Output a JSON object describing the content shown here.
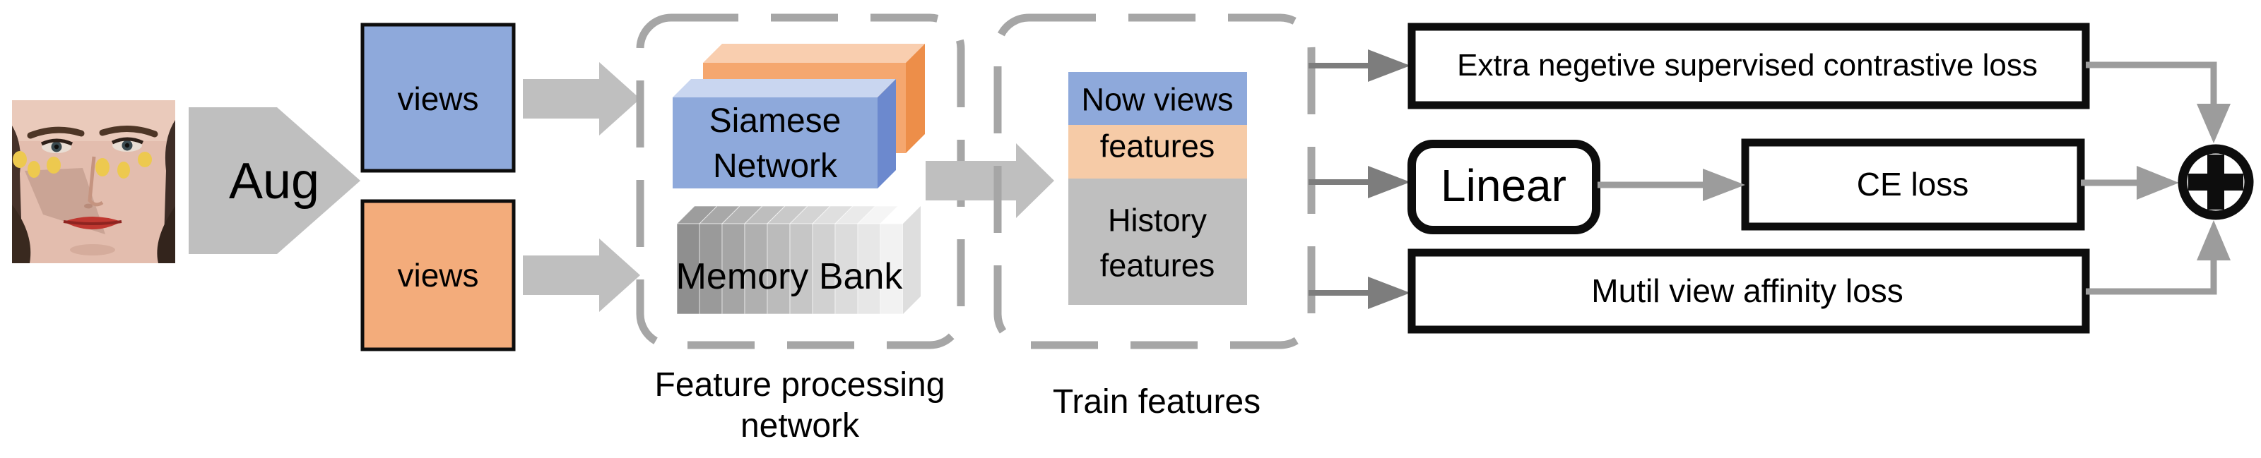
{
  "aug": {
    "label": "Aug"
  },
  "views": {
    "top_label": "views",
    "bottom_label": "views"
  },
  "siamese": {
    "line1": "Siamese",
    "line2": "Network"
  },
  "memory_bank": {
    "label": "Memory Bank",
    "slab_count": 10
  },
  "feature_processing_caption": {
    "line1": "Feature processing",
    "line2": "network"
  },
  "train_features": {
    "now_views": "Now views",
    "now_features": "features",
    "history_line1": "History",
    "history_line2": "features",
    "caption": "Train features"
  },
  "losses": {
    "contrastive": "Extra negetive supervised contrastive loss",
    "linear": "Linear",
    "ce": "CE loss",
    "affinity": "Mutil view affinity loss"
  },
  "sum": {
    "symbol": "+"
  },
  "colors": {
    "view_blue": "#8EA9DB",
    "view_orange": "#F3AC7B",
    "band_blue": "#8EA9DB",
    "band_orange": "#F6CBA7",
    "band_gray": "#BFBFBF",
    "cuboid_blue_front": "#8EA9DB",
    "cuboid_blue_top": "#C9D6F0",
    "cuboid_blue_side": "#6C89CE",
    "cuboid_orange_front": "#F5A76F",
    "cuboid_orange_top": "#F9CEAF",
    "cuboid_orange_side": "#ED8E49",
    "dash_gray": "#A6A6A6",
    "block_arrow_gray": "#BFBFBF",
    "thin_arrow_gray": "#7D7D7D",
    "connector_gray": "#9C9C9C",
    "memory_dark": "#8F8F8F",
    "memory_light": "#F2F2F2",
    "landmark_yellow": "#EDC94F",
    "box_border": "#0D0D0D"
  }
}
